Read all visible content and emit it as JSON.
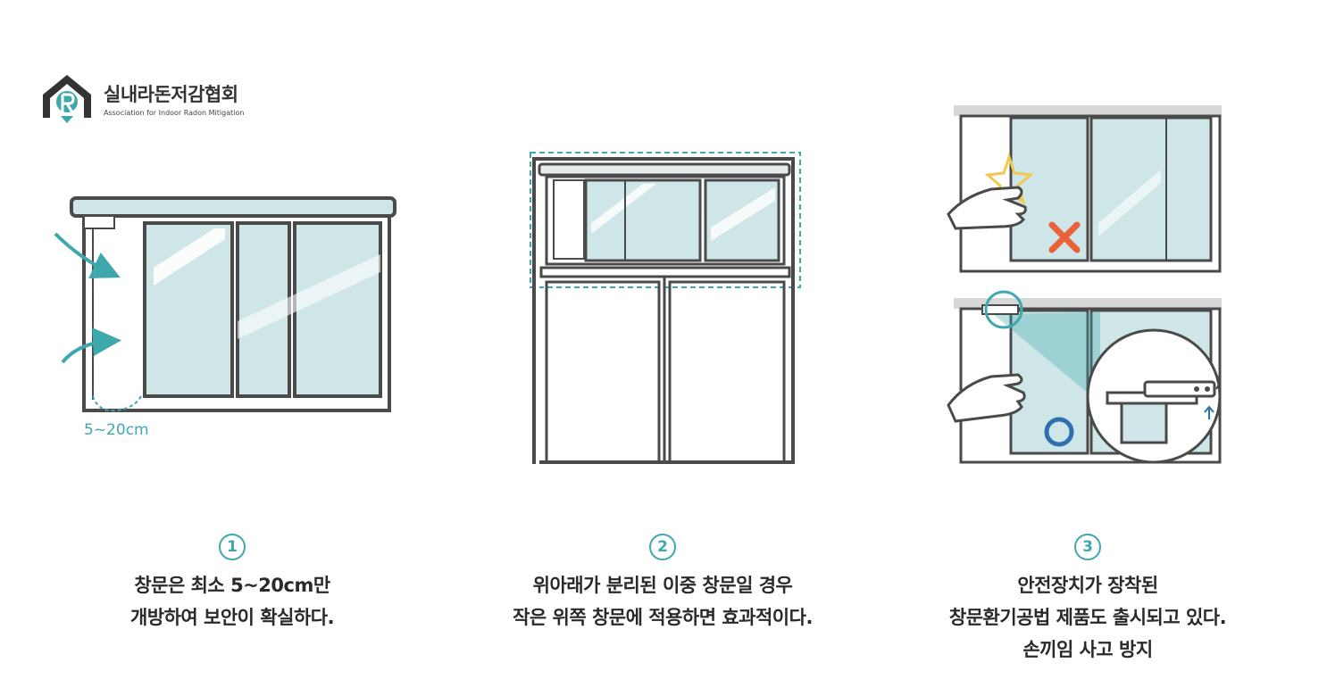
{
  "logo": {
    "name_ko": "실내라돈저감협회",
    "name_en": "Association for Indoor Radon Mitigation",
    "icon": "house-r-icon"
  },
  "panel1": {
    "dimension_label": "5~20cm"
  },
  "captions": [
    {
      "number": "1",
      "lines": [
        "창문은 최소 5~20cm만",
        "개방하여 보안이 확실하다."
      ]
    },
    {
      "number": "2",
      "lines": [
        "위아래가 분리된 이중 창문일 경우",
        "작은 위쪽 창문에 적용하면 효과적이다."
      ]
    },
    {
      "number": "3",
      "lines": [
        "안전장치가 장착된",
        "창문환기공법 제품도 출시되고 있다.",
        "손끼임 사고 방지"
      ]
    }
  ],
  "colors": {
    "accent": "#3fa8ad",
    "glass": "#cfe6e8",
    "frame": "#4a4a4a",
    "warning": "#e8623a",
    "star": "#f2c94c"
  }
}
